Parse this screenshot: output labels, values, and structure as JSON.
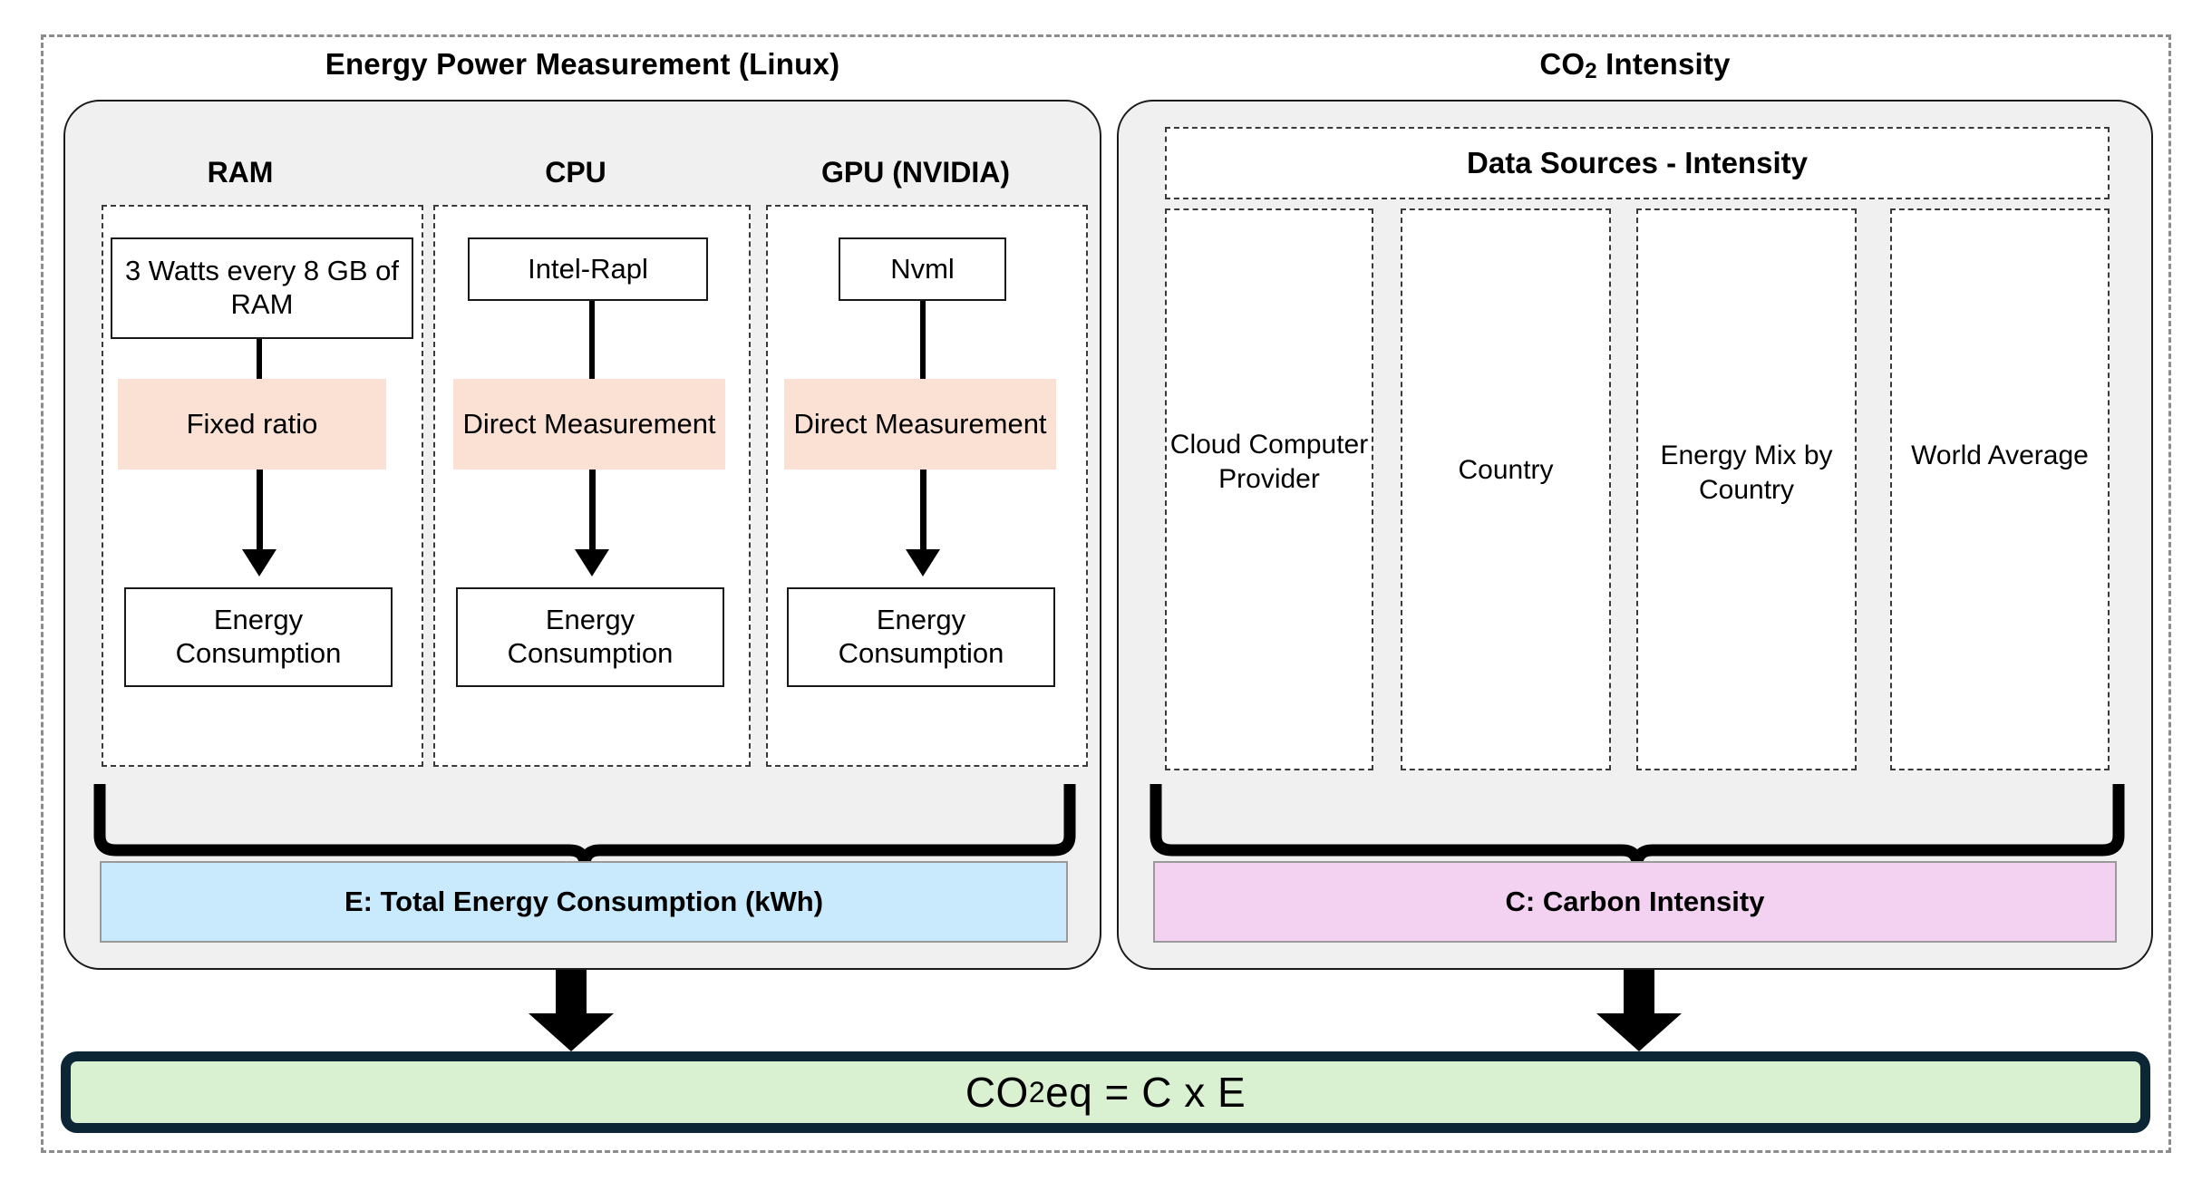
{
  "diagram": {
    "left_panel": {
      "title_main": "Energy Power Measurement (Linux)",
      "columns": [
        {
          "heading": "RAM",
          "source": "3 Watts every 8 GB of RAM",
          "method": "Fixed ratio",
          "output": "Energy Consumption"
        },
        {
          "heading": "CPU",
          "source": "Intel-Rapl",
          "method": "Direct Measurement",
          "output": "Energy Consumption"
        },
        {
          "heading": "GPU (NVIDIA)",
          "source": "Nvml",
          "method": "Direct Measurement",
          "output": "Energy Consumption"
        }
      ],
      "result_bar": "E: Total Energy Consumption (kWh)"
    },
    "right_panel": {
      "title_main": "CO",
      "title_sub": "2",
      "title_tail": " Intensity",
      "sources_header": "Data Sources - Intensity",
      "sources": [
        "Cloud Computer Provider",
        "Country",
        "Energy Mix by Country",
        "World Average"
      ],
      "result_bar": "C: Carbon Intensity"
    },
    "equation": {
      "prefix": "CO",
      "sub": "2",
      "suffix": "eq = C x E"
    },
    "colors": {
      "panel_fill": "#f0f0f0",
      "method_band": "#fbe0d4",
      "energy_bar": "#c9eafc",
      "carbon_bar": "#f2d2f0",
      "equation_fill": "#d9f0d1",
      "equation_border": "#0d2635",
      "outline": "#1a1a1a"
    }
  }
}
